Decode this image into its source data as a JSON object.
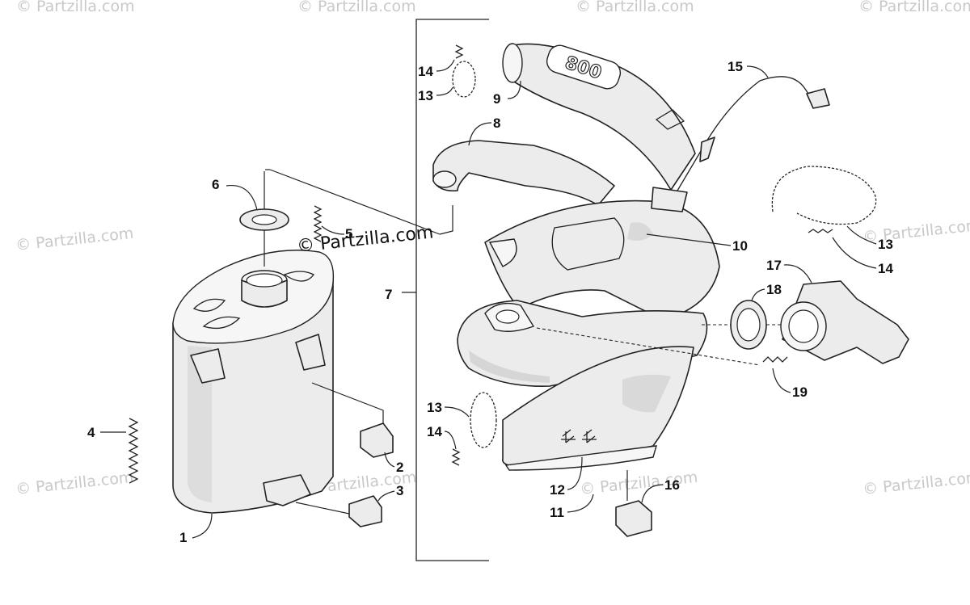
{
  "watermark": {
    "text": "© Partzilla.com",
    "main_text": "© Partzilla.com"
  },
  "emblem_text": "800",
  "callouts": {
    "c1": "1",
    "c2": "2",
    "c3": "3",
    "c4": "4",
    "c5": "5",
    "c6": "6",
    "c7": "7",
    "c8": "8",
    "c9": "9",
    "c10": "10",
    "c11": "11",
    "c12": "12",
    "c13a": "13",
    "c14a": "14",
    "c13b": "13",
    "c14b": "14",
    "c13c": "13",
    "c14c": "14",
    "c15": "15",
    "c16": "16",
    "c17": "17",
    "c18": "18",
    "c19": "19"
  }
}
